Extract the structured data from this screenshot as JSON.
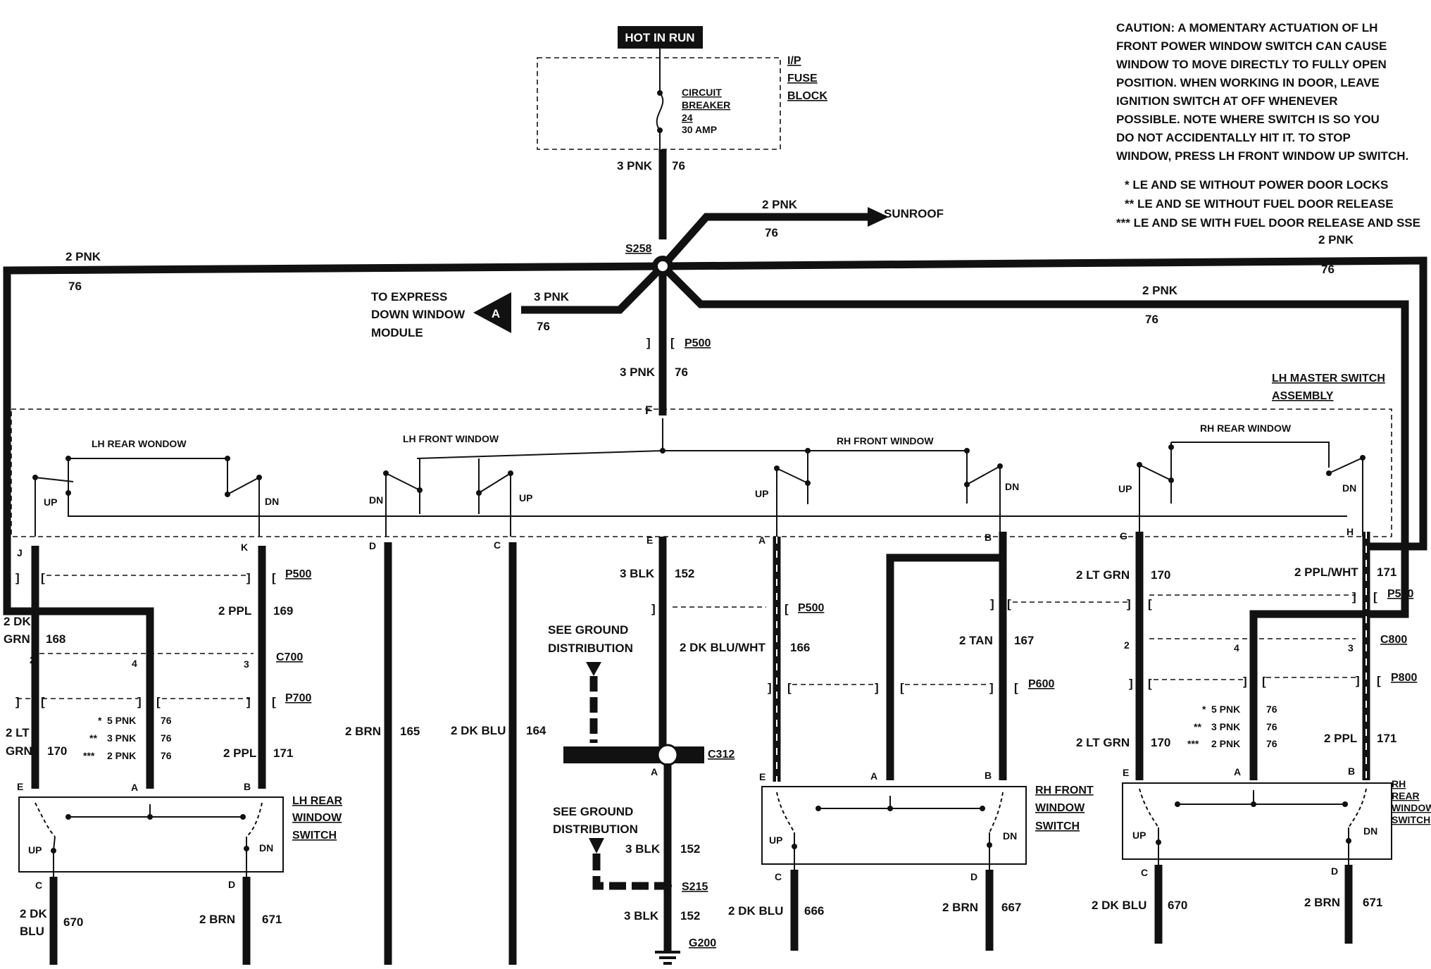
{
  "supply": {
    "hot_in_run": "HOT IN RUN",
    "fuse_block": [
      "I/P",
      "FUSE",
      "BLOCK"
    ],
    "circuit_breaker": [
      "CIRCUIT",
      "BREAKER",
      "24",
      "30 AMP"
    ],
    "feed_wire": "3 PNK",
    "feed_circuit": "76"
  },
  "caution": {
    "lines": [
      "CAUTION: A MOMENTARY ACTUATION OF LH",
      "FRONT POWER WINDOW SWITCH CAN CAUSE",
      "WINDOW TO MOVE DIRECTLY TO FULLY OPEN",
      "POSITION. WHEN WORKING IN DOOR, LEAVE",
      "IGNITION SWITCH AT OFF WHENEVER",
      "POSSIBLE. NOTE WHERE SWITCH IS SO YOU",
      "DO NOT ACCIDENTALLY HIT IT. TO STOP",
      "WINDOW, PRESS LH FRONT WINDOW UP SWITCH."
    ],
    "notes": [
      "* LE AND SE WITHOUT POWER DOOR LOCKS",
      "** LE AND SE WITHOUT FUEL DOOR RELEASE",
      "*** LE AND SE WITH FUEL DOOR RELEASE AND SSE"
    ]
  },
  "splice": {
    "name": "S258",
    "sunroof_wire": "2 PNK",
    "sunroof_circuit": "76",
    "sunroof_label": "SUNROOF",
    "left_wire": "2 PNK",
    "left_circuit": "76",
    "right_top_wire": "2 PNK",
    "right_top_circuit": "76",
    "right_mid_wire": "2 PNK",
    "right_mid_circuit": "76",
    "express_label": [
      "TO EXPRESS",
      "DOWN WINDOW",
      "MODULE"
    ],
    "express_marker": "A",
    "express_wire": "3 PNK",
    "express_circuit": "76",
    "p500": "P500",
    "master_feed_wire": "3 PNK",
    "master_feed_circuit": "76",
    "master_pin": "F"
  },
  "master": {
    "title": [
      "LH MASTER SWITCH",
      "ASSEMBLY"
    ],
    "sections": [
      "LH REAR WONDOW",
      "LH FRONT WINDOW",
      "RH FRONT WINDOW",
      "RH REAR WINDOW"
    ],
    "up": "UP",
    "dn": "DN",
    "pins": [
      "J",
      "K",
      "D",
      "C",
      "E",
      "A",
      "B",
      "G",
      "H"
    ]
  },
  "wires": {
    "j_wire": "2 DK GRN",
    "j_wire_a": "2 DK",
    "j_wire_b": "GRN",
    "j_circuit": "168",
    "k_wire": "2 PPL",
    "k_circuit": "169",
    "d_wire": "2 BRN",
    "d_circuit": "165",
    "c_wire": "2 DK BLU",
    "c_circuit": "164",
    "e_wire": "3 BLK",
    "e_circuit": "152",
    "a_wire": "2 DK BLU/WHT",
    "a_circuit": "166",
    "b_wire": "2 TAN",
    "b_circuit": "167",
    "g_wire": "2 LT GRN",
    "g_circuit": "170",
    "h_wire": "2 PPL/WHT",
    "h_circuit": "171"
  },
  "connectors": {
    "p500": "P500",
    "c700": "C700",
    "p700": "P700",
    "p600": "P600",
    "c800": "C800",
    "p800": "P800",
    "c312": "C312",
    "s215": "S215",
    "g200": "G200",
    "pin2": "2",
    "pin3": "3",
    "pin4": "4",
    "pinA": "A"
  },
  "lh_rear": {
    "label": [
      "LH REAR",
      "WINDOW",
      "SWITCH"
    ],
    "e_wire_a": "2 LT",
    "e_wire_b": "GRN",
    "e_circuit": "170",
    "a_options": [
      {
        "prefix": "*",
        "wire": "5 PNK",
        "circuit": "76"
      },
      {
        "prefix": "**",
        "wire": "3 PNK",
        "circuit": "76"
      },
      {
        "prefix": "***",
        "wire": "2 PNK",
        "circuit": "76"
      }
    ],
    "b_wire": "2 PPL",
    "b_circuit": "171",
    "pins": [
      "E",
      "A",
      "B",
      "C",
      "D"
    ],
    "c_wire_a": "2 DK",
    "c_wire_b": "BLU",
    "c_circuit": "670",
    "d_wire": "2 BRN",
    "d_circuit": "671"
  },
  "ground": {
    "see_ground": [
      "SEE GROUND",
      "DISTRIBUTION"
    ],
    "wire": "3 BLK",
    "circuit": "152"
  },
  "rh_front": {
    "label": [
      "RH FRONT",
      "WINDOW",
      "SWITCH"
    ],
    "pins": [
      "E",
      "A",
      "B",
      "C",
      "D"
    ],
    "c_wire": "2 DK BLU",
    "c_circuit": "666",
    "d_wire": "2 BRN",
    "d_circuit": "667"
  },
  "rh_rear": {
    "label": [
      "RH",
      "REAR",
      "WINDOW",
      "SWITCH"
    ],
    "e_wire": "2 LT GRN",
    "e_circuit": "170",
    "a_options": [
      {
        "prefix": "*",
        "wire": "5 PNK",
        "circuit": "76"
      },
      {
        "prefix": "**",
        "wire": "3 PNK",
        "circuit": "76"
      },
      {
        "prefix": "***",
        "wire": "2 PNK",
        "circuit": "76"
      }
    ],
    "b_wire": "2 PPL",
    "b_circuit": "171",
    "pins": [
      "E",
      "A",
      "B",
      "C",
      "D"
    ],
    "c_wire": "2 DK BLU",
    "c_circuit": "670",
    "d_wire": "2 BRN",
    "d_circuit": "671"
  }
}
